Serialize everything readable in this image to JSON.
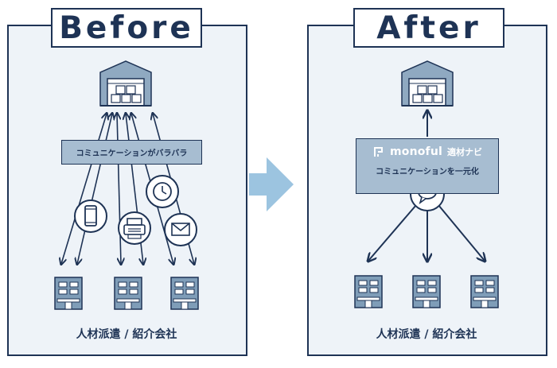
{
  "before": {
    "title": "Before",
    "communication_label": "コミュニケーションがバラバラ",
    "footer_label": "人材派遣 / 紹介会社",
    "icons": [
      "smartphone-icon",
      "fax-icon",
      "clock-icon",
      "mail-icon"
    ]
  },
  "after": {
    "title": "After",
    "brand_name": "monoful",
    "service_name": "適材ナビ",
    "description": "コミュニケーションを一元化",
    "footer_label": "人材派遣 / 紹介会社",
    "icons": [
      "chat-bubble-icon"
    ]
  },
  "colors": {
    "navy": "#1e3355",
    "panel_background": "#eef3f8",
    "box_fill": "#a7bdd1",
    "arrow": "#9cc4e0"
  }
}
